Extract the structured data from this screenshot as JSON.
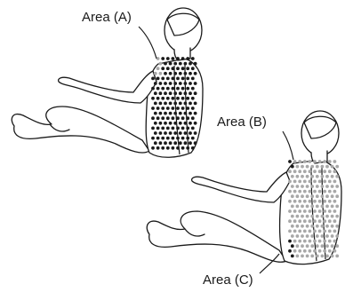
{
  "labels": {
    "area_a": "Area (A)",
    "area_b": "Area (B)",
    "area_c": "Area (C)"
  },
  "colors": {
    "dot_dark": "#1a1a1a",
    "dot_light": "#a8a8a8",
    "outline": "#1a1a1a"
  }
}
